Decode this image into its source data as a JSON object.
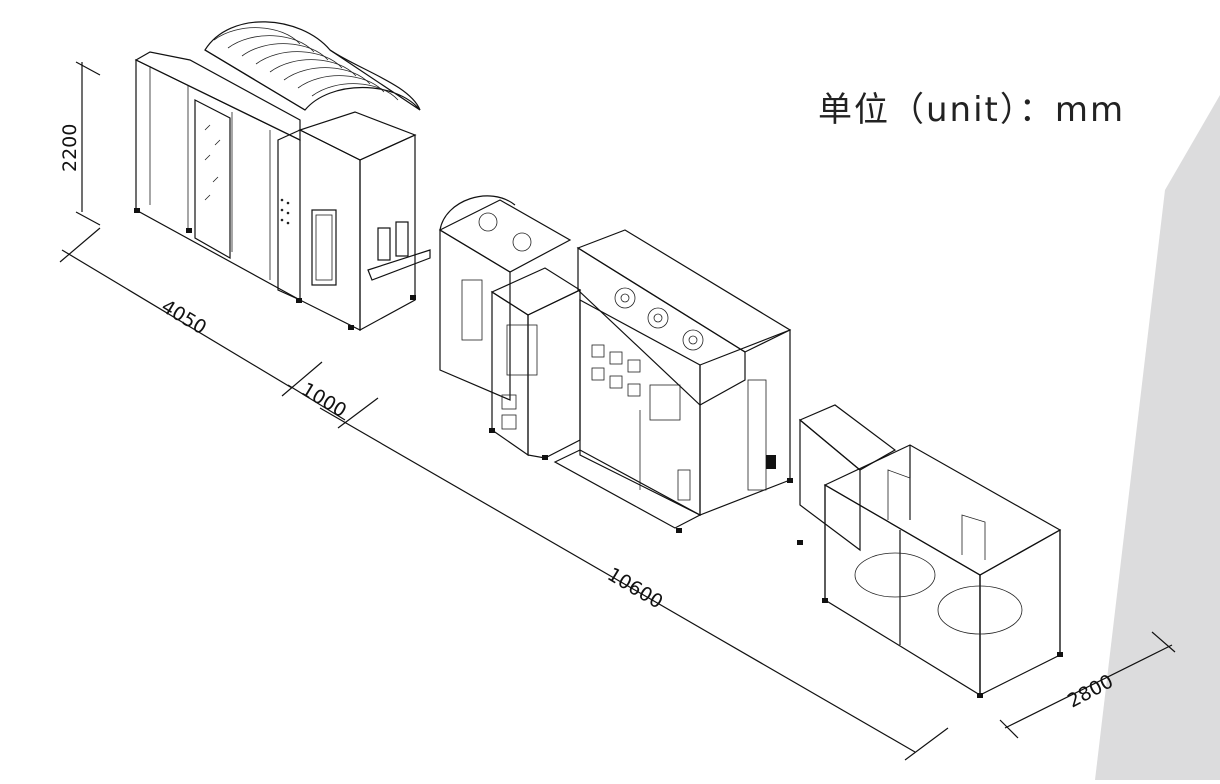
{
  "unit_label": "单位（unit）：mm",
  "dimensions": {
    "height": "2200",
    "section_1": "4050",
    "gap": "1000",
    "total_length": "10600",
    "width": "2800"
  }
}
